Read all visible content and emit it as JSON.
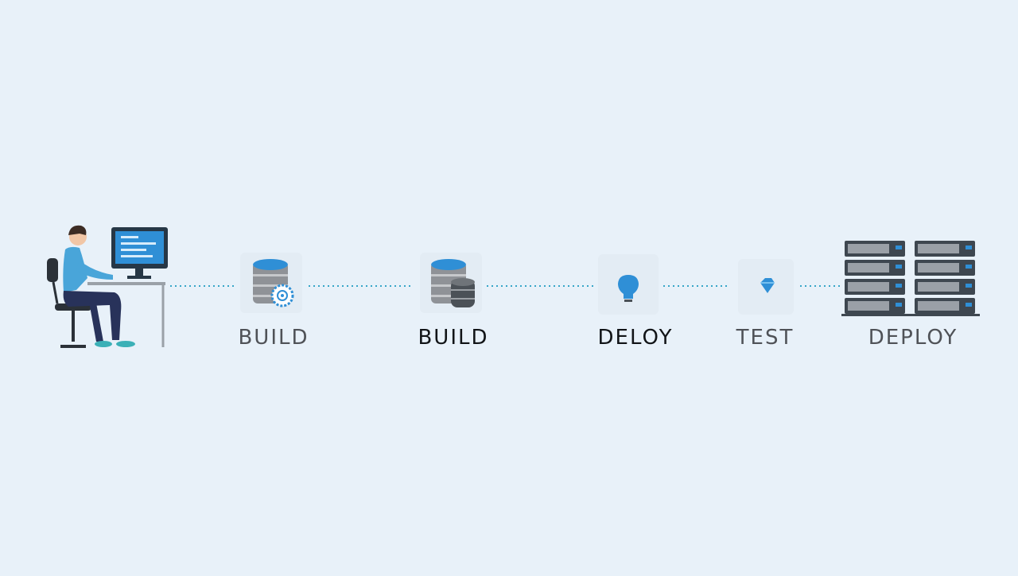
{
  "stages": [
    {
      "label": "BUILD",
      "icon": "database-gear-icon"
    },
    {
      "label": "BUILD",
      "icon": "database-stack-icon"
    },
    {
      "label": "DELOY",
      "icon": "lightbulb-icon"
    },
    {
      "label": "TEST",
      "icon": "gem-icon"
    },
    {
      "label": "DEPLOY",
      "icon": "server-rack-icon"
    }
  ],
  "colors": {
    "background": "#e8f1f9",
    "accent": "#2f8fd6",
    "connector": "#37a6c8",
    "label": "#4f5257",
    "server_body": "#3e4750",
    "database_gray": "#8f9297"
  }
}
